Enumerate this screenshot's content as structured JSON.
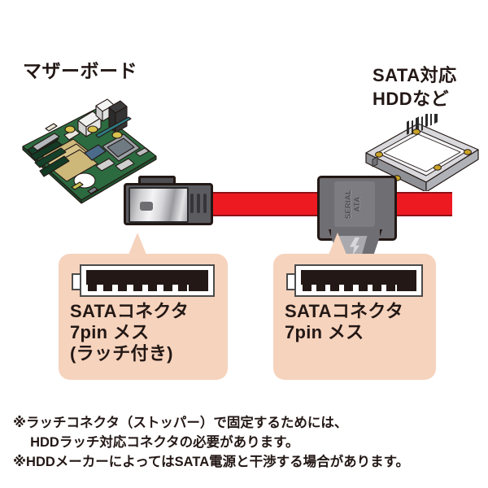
{
  "diagram": {
    "title_left": "マザーボード",
    "title_right": "SATA対応\nHDDなど",
    "cable": {
      "color": "#ee1a22",
      "connector_left_type": "straight-latch-connector",
      "connector_right_type": "right-angle-connector",
      "connector_right_emboss": "SERIAL\nATA"
    },
    "callouts": [
      {
        "id": "left",
        "port_icon": "sata-7pin-female-port",
        "pin_count": 7,
        "caption": "SATAコネクタ\n7pin メス\n(ラッチ付き)"
      },
      {
        "id": "right",
        "port_icon": "sata-7pin-female-port",
        "pin_count": 7,
        "caption": "SATAコネクタ\n7pin メス"
      }
    ],
    "notes": [
      "※ラッチコネクタ（ストッパー）で固定するためには、\n　 HDDラッチ対応コネクタの必要があります。",
      "※HDDメーカーによってはSATA電源と干渉する場合があります。"
    ],
    "colors": {
      "cable_red": "#ee1a22",
      "callout_bg": "#f6d3bd",
      "text": "#231815",
      "pcb_green": "#1f5a33",
      "hdd_silver": "#d4d4d8"
    }
  }
}
